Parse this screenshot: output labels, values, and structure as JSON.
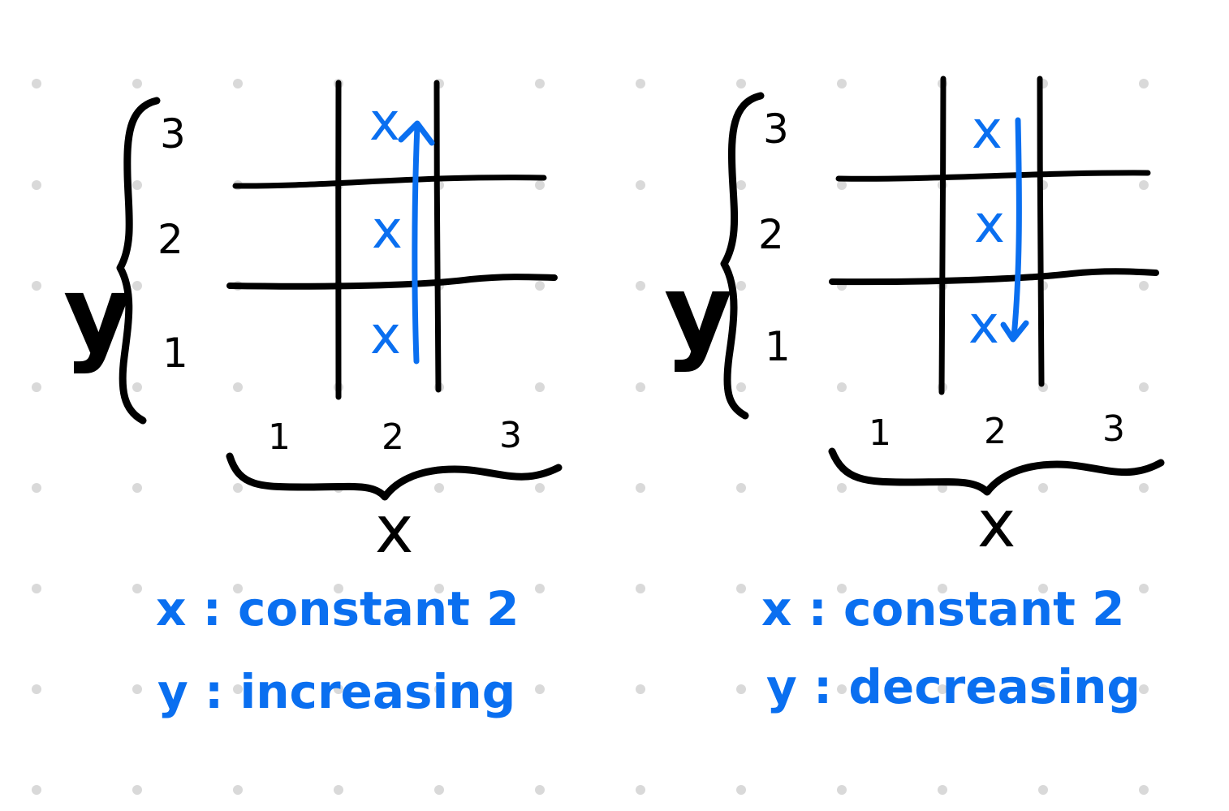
{
  "colors": {
    "ink": "#000000",
    "accent": "#0a6ff0",
    "dot": "#d9d9d9",
    "background": "#ffffff"
  },
  "panels": [
    {
      "y_axis_label": "y",
      "x_axis_label": "x",
      "y_ticks": [
        "1",
        "2",
        "3"
      ],
      "x_ticks": [
        "1",
        "2",
        "3"
      ],
      "marks": [
        "x",
        "x",
        "x"
      ],
      "arrow_direction": "up",
      "caption_x": "x : constant 2",
      "caption_y": "y : increasing"
    },
    {
      "y_axis_label": "y",
      "x_axis_label": "x",
      "y_ticks": [
        "1",
        "2",
        "3"
      ],
      "x_ticks": [
        "1",
        "2",
        "3"
      ],
      "marks": [
        "x",
        "x",
        "x"
      ],
      "arrow_direction": "down",
      "caption_x": "x : constant 2",
      "caption_y": "y : decreasing"
    }
  ]
}
